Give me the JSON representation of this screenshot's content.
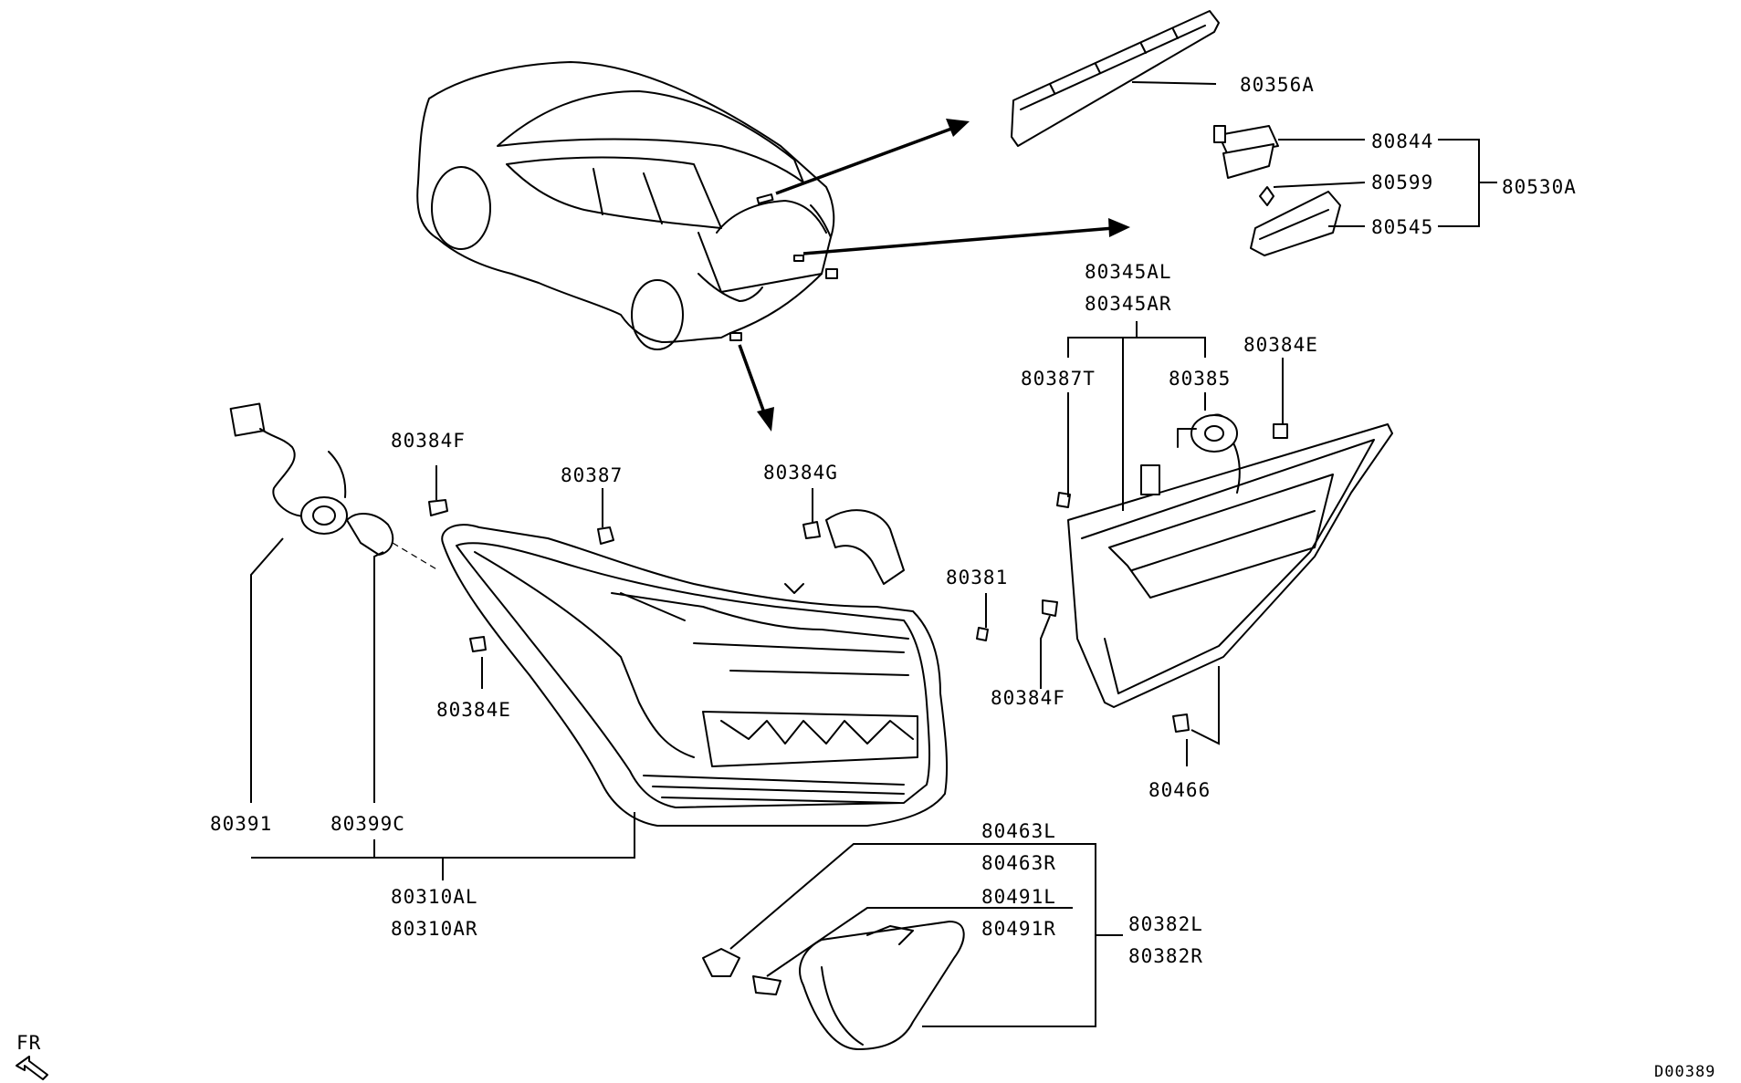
{
  "labels": {
    "p80356A": "80356A",
    "p80844": "80844",
    "p80599": "80599",
    "p80530A": "80530A",
    "p80545": "80545",
    "p80345AL": "80345AL",
    "p80345AR": "80345AR",
    "p80384E_r": "80384E",
    "p80387T": "80387T",
    "p80385": "80385",
    "p80384F_l": "80384F",
    "p80387": "80387",
    "p80384G": "80384G",
    "p80381": "80381",
    "p80384F_r": "80384F",
    "p80384E_l": "80384E",
    "p80466": "80466",
    "p80391": "80391",
    "p80399C": "80399C",
    "p80310AL": "80310AL",
    "p80310AR": "80310AR",
    "p80463L": "80463L",
    "p80463R": "80463R",
    "p80491L": "80491L",
    "p80491R": "80491R",
    "p80382L": "80382L",
    "p80382R": "80382R"
  },
  "front_indicator": "FR",
  "diagram_code": "D00389"
}
